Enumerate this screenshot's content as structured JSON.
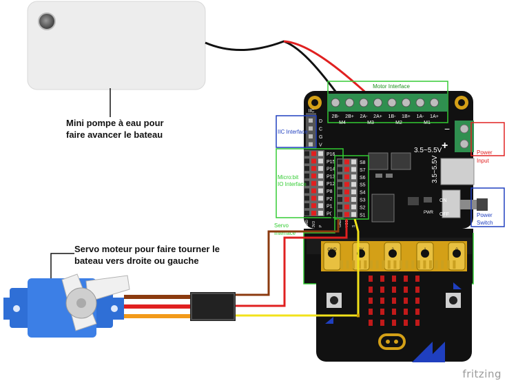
{
  "captions": {
    "pump": "Mini pompe à eau pour faire avancer le bateau",
    "servo": "Servo moteur pour faire tourner le bateau vers droite ou gauche"
  },
  "board": {
    "iic": {
      "header": "IIC",
      "pins": [
        "D",
        "C",
        "G",
        "V"
      ],
      "label": "IIC Interface"
    },
    "microbit": {
      "label": "Micro:bit IO Interface",
      "pins": [
        "P16",
        "P15",
        "P14",
        "P13",
        "P12",
        "P8",
        "P2",
        "P1",
        "P0"
      ],
      "col_labels": [
        "GND",
        "3V3",
        "P"
      ]
    },
    "servo": {
      "label": "Servo Interface",
      "pins": [
        "S8",
        "S7",
        "S6",
        "S5",
        "S4",
        "S3",
        "S2",
        "S1"
      ],
      "col_labels": [
        "GND",
        "VCC",
        "S"
      ]
    },
    "motor": {
      "label": "Motor Interface",
      "terminals": [
        "2B-",
        "2B+",
        "2A-",
        "2A+",
        "1B-",
        "1B+",
        "1A-",
        "1A+"
      ],
      "groups": [
        "M4",
        "M3",
        "M2",
        "M1"
      ]
    },
    "power_input": {
      "label": "Power Input",
      "minus": "−",
      "plus": "+",
      "voltage": "3.5~5.5V",
      "voltage_v": "3.5~5.5V"
    },
    "power_switch": {
      "label": "Power Switch",
      "on": "ON",
      "off": "OFF"
    },
    "pwr": "PWR"
  },
  "microbit_edge": [
    "GND",
    "3V",
    "2",
    "1",
    "0"
  ],
  "watermark": "fritzing",
  "colors": {
    "board": "#111111",
    "gold": "#d4a017",
    "terminal_green": "#2f8f4f",
    "frame_green": "#33cc33",
    "frame_blue": "#1f3fbf",
    "frame_red": "#e02020",
    "wire_red": "#e02020",
    "wire_yellow": "#f2e21a",
    "wire_brown": "#8b3a0f",
    "servo_blue": "#2f6fd6",
    "led_red": "#c21a1a"
  }
}
